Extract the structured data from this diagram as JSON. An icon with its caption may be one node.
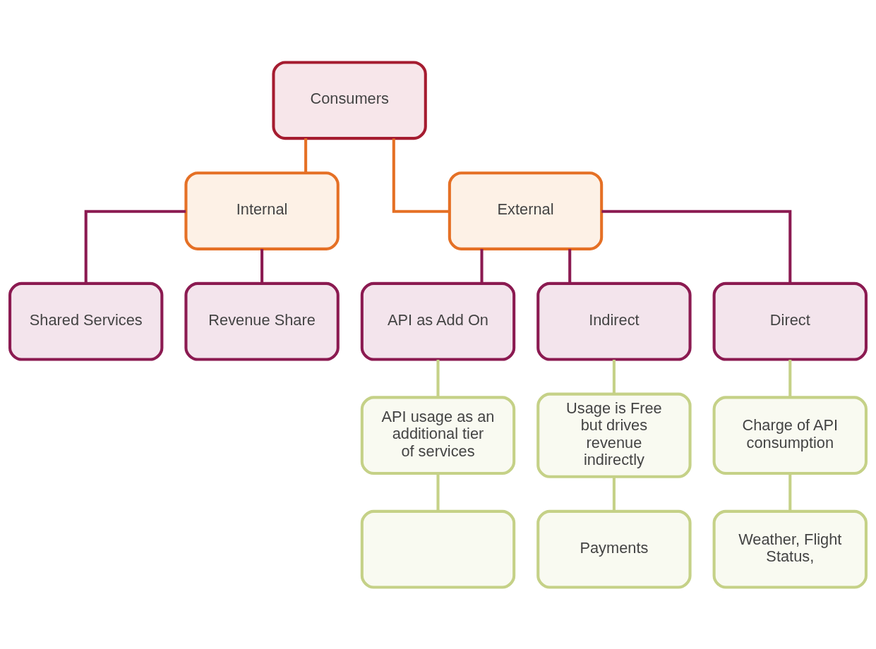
{
  "diagram": {
    "nodes": [
      {
        "text": [
          "Consumers"
        ]
      },
      {
        "text": [
          "Internal"
        ]
      },
      {
        "text": [
          "External"
        ]
      },
      {
        "text": [
          "Shared Services"
        ]
      },
      {
        "text": [
          "Revenue Share"
        ]
      },
      {
        "text": [
          "API as Add On"
        ]
      },
      {
        "text": [
          "Indirect"
        ]
      },
      {
        "text": [
          "Direct"
        ]
      },
      {
        "text": [
          "API usage as an additional tier of services"
        ]
      },
      {
        "text": [
          "Usage is Free but drives revenue indirectly"
        ]
      },
      {
        "text": [
          "Charge of API consumption"
        ]
      },
      {
        "text": [],
        "shape": "box"
      },
      {
        "text": [
          "Payments"
        ]
      },
      {
        "text": [
          "Weather, Flight Status,"
        ]
      }
    ],
    "edges": [
      {
        "from": 0,
        "to": 1,
        "arrow": "none",
        "color": "#e57025"
      },
      {
        "from": 0,
        "to": 2,
        "arrow": "none",
        "color": "#e57025"
      },
      {
        "from": 1,
        "to": 3,
        "arrow": "none",
        "color": "#8b1a51"
      },
      {
        "from": 1,
        "to": 4,
        "arrow": "none",
        "color": "#8b1a51"
      },
      {
        "from": 2,
        "to": 5,
        "arrow": "none",
        "color": "#8b1a51"
      },
      {
        "from": 2,
        "to": 6,
        "arrow": "none",
        "color": "#8b1a51"
      },
      {
        "from": 2,
        "to": 7,
        "arrow": "none",
        "color": "#8b1a51"
      },
      {
        "from": 5,
        "to": 8,
        "arrow": "none"
      },
      {
        "from": 6,
        "to": 9,
        "arrow": "none"
      },
      {
        "from": 7,
        "to": 10,
        "arrow": "none"
      },
      {
        "from": 8,
        "to": 11,
        "arrow": "none"
      },
      {
        "from": 9,
        "to": 12,
        "arrow": "none"
      },
      {
        "from": 10,
        "to": 13,
        "arrow": "none"
      }
    ]
  }
}
